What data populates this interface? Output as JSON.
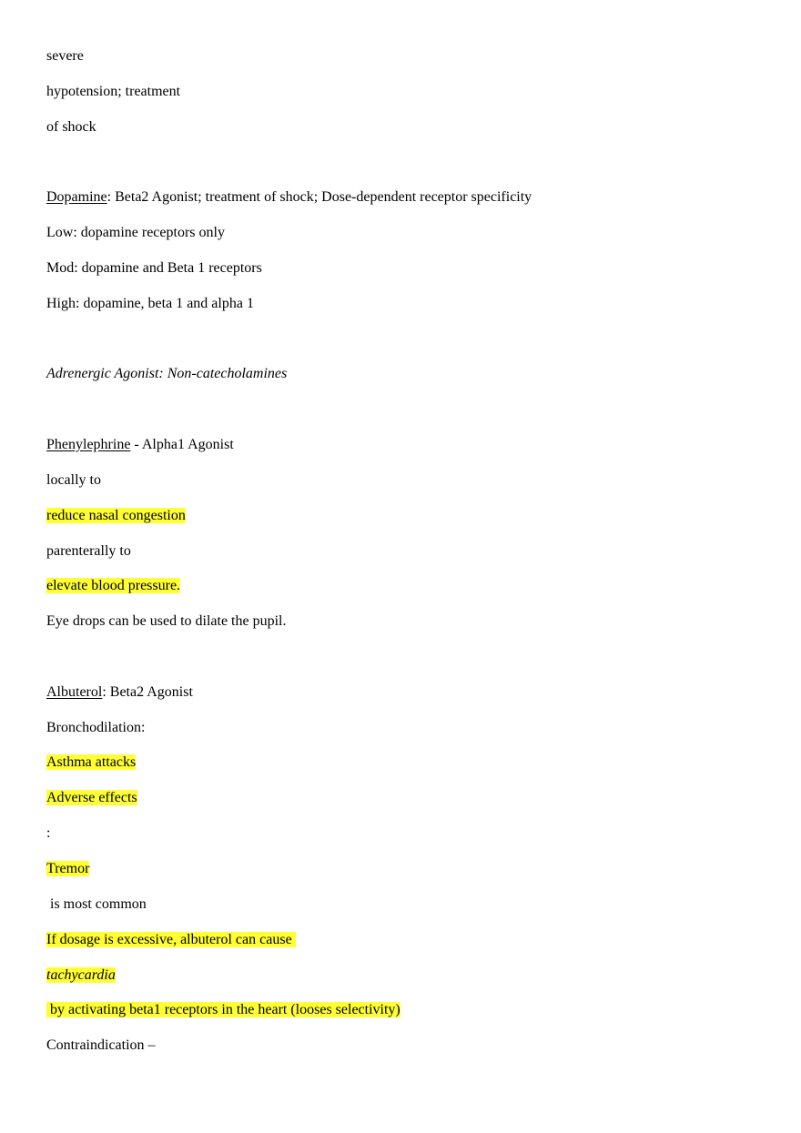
{
  "document": {
    "lines": {
      "l1": "severe",
      "l2": "hypotension; treatment",
      "l3": "of shock",
      "dopamine_name": "Dopamine",
      "dopamine_rest": ": Beta2 Agonist; treatment of shock; Dose-dependent receptor specificity",
      "dopamine_low": "Low: dopamine receptors only",
      "dopamine_mod": "Mod: dopamine and Beta 1 receptors",
      "dopamine_high": "High: dopamine, beta 1 and alpha 1",
      "section_heading": "Adrenergic Agonist: Non-catecholamines",
      "phenylephrine_name": "Phenylephrine",
      "phenylephrine_rest": " - Alpha1 Agonist",
      "locally_to": "locally to",
      "reduce_nasal": "reduce nasal congestion",
      "parenterally_to": "parenterally to",
      "elevate_bp": "elevate blood pressure.",
      "eye_drops": "Eye drops can be used to dilate the pupil.",
      "albuterol_name": "Albuterol",
      "albuterol_rest": ": Beta2 Agonist",
      "bronchodilation": "Bronchodilation:",
      "asthma_attacks": "Asthma attacks",
      "adverse_effects": "Adverse effects",
      "colon": ":",
      "tremor": "Tremor",
      "most_common": " is most common",
      "excessive_dosage": "If dosage is excessive, albuterol can cause ",
      "tachycardia": "tachycardia",
      "beta1_activation": " by activating beta1 receptors in the heart (looses selectivity)",
      "contraindication": "Contraindication –"
    },
    "highlight_color": "#ffff33"
  }
}
